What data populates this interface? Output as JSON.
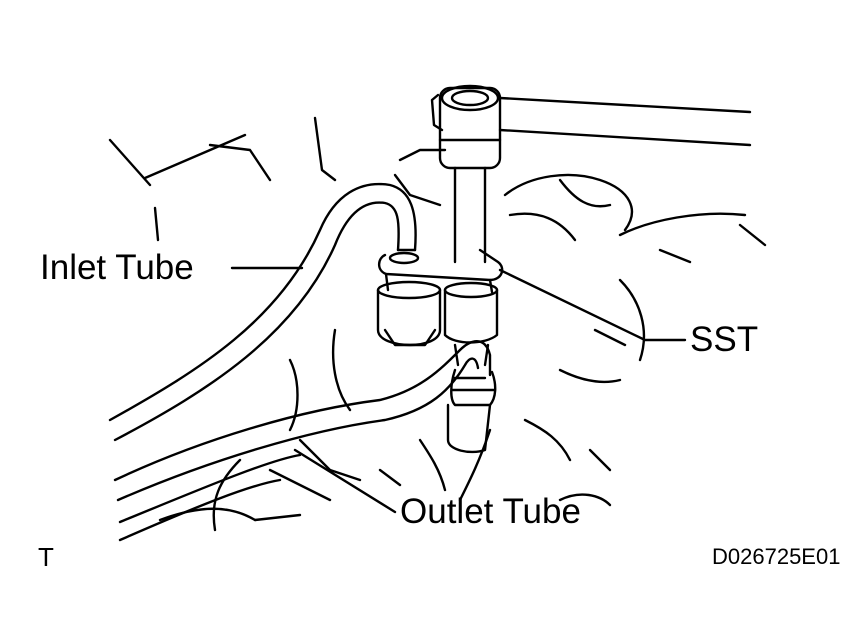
{
  "labels": {
    "inlet_tube": "Inlet Tube",
    "sst": "SST",
    "outlet_tube": "Outlet Tube",
    "corner_mark": "T",
    "figure_code": "D026725E01"
  },
  "colors": {
    "line": "#000000",
    "background": "#ffffff"
  }
}
